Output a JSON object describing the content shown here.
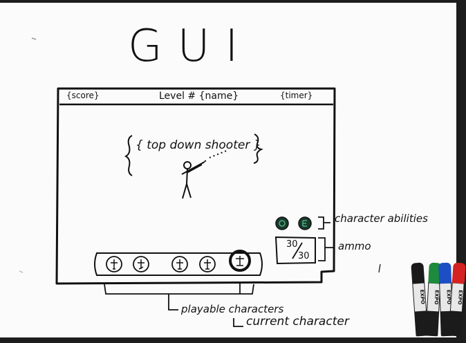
{
  "title": "GUI",
  "hud": {
    "score": "{score}",
    "level": "Level # {name}",
    "timer": "{timer}"
  },
  "game_area": {
    "label": "{ top down shooter }"
  },
  "ammo": {
    "current": "30",
    "max": "30"
  },
  "annotations": {
    "abilities": "character abilities",
    "ammo": "ammo",
    "playable": "playable characters",
    "current": "current character"
  },
  "markers": [
    {
      "brand": "EXPO",
      "cap_color": "#1a1a1a"
    },
    {
      "brand": "EXPO",
      "cap_color": "#1e8a3c"
    },
    {
      "brand": "EXPO",
      "cap_color": "#1d4fc4"
    },
    {
      "brand": "EXPO",
      "cap_color": "#d42222"
    }
  ]
}
